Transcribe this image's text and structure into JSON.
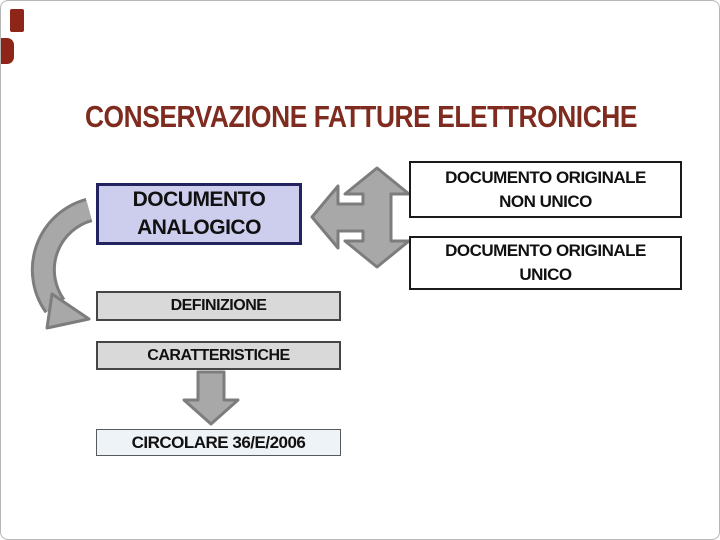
{
  "slide": {
    "title": "CONSERVAZIONE FATTURE ELETTRONICHE",
    "title_color": "#7f2b20",
    "accent_color": "#8e2519"
  },
  "diagram": {
    "analog_box": {
      "line1": "DOCUMENTO",
      "line2": "ANALOGICO",
      "fill": "#cdcdee",
      "border": "#232360"
    },
    "right_boxes": [
      {
        "line1": "DOCUMENTO ORIGINALE",
        "line2": "NON UNICO"
      },
      {
        "line1": "DOCUMENTO ORIGINALE",
        "line2": "UNICO"
      }
    ],
    "flow_boxes": [
      {
        "label": "DEFINIZIONE",
        "fill": "#d9d9d9"
      },
      {
        "label": "CARATTERISTICHE",
        "fill": "#d9d9d9"
      },
      {
        "label": "CIRCOLARE 36/E/2006",
        "fill": "#eef3f7"
      }
    ],
    "arrow_fill": "#a8a8a8",
    "arrow_stroke": "#7d7d7d"
  }
}
